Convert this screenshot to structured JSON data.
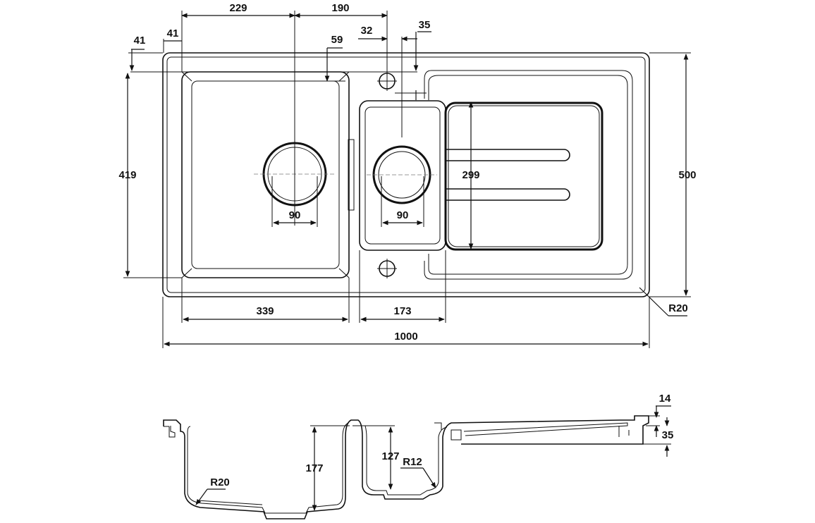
{
  "plan_view": {
    "dim_overall_width": "1000",
    "dim_overall_depth": "500",
    "dim_main_bowl_width": "339",
    "dim_main_bowl_depth": "419",
    "dim_prep_bowl_width": "173",
    "dim_prep_bowl_depth": "299",
    "dim_waste_main": "90",
    "dim_waste_prep": "90",
    "dim_main_waste_offset": "229",
    "dim_waste_spacing": "190",
    "dim_tap_hole_offset": "32",
    "dim_prep_edge_offset": "35",
    "dim_bowl_top_offset": "59",
    "dim_left_rim_top": "41",
    "dim_left_rim_side": "41",
    "dim_corner_radius": "R20"
  },
  "section_view": {
    "dim_main_depth": "177",
    "dim_prep_depth": "127",
    "dim_main_radius": "R20",
    "dim_prep_radius": "R12",
    "dim_rim_thickness": "14",
    "dim_drainer_height": "35"
  }
}
